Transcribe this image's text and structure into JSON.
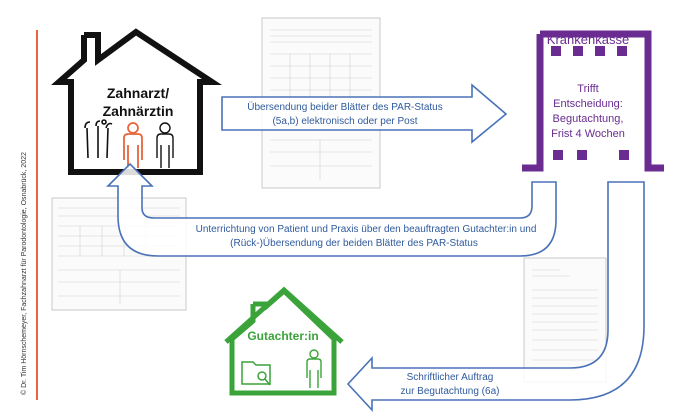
{
  "side_credit": "© Dr. Tim Hörnschemeyer, Fachzahnarzt für Parodontologie, Osnabrück, 2022",
  "nodes": {
    "zahnarzt": {
      "label_line1": "Zahnarzt/",
      "label_line2": "Zahnärztin"
    },
    "krankenkasse": {
      "label": "Krankenkasse",
      "decision_lines": [
        "Trifft",
        "Entscheidung:",
        "Begutachtung,",
        "Frist 4 Wochen"
      ]
    },
    "gutachter": {
      "label": "Gutachter:in"
    }
  },
  "arrows": {
    "submission": {
      "line1": "Übersendung beider Blätter des PAR-Status",
      "line2": "(5a,b) elektronisch oder per Post"
    },
    "notification": {
      "line1": "Unterrichtung von Patient und Praxis über den beauftragten Gutachter:in und",
      "line2": "(Rück-)Übersendung der beiden Blätter des PAR-Status"
    },
    "assignment": {
      "line1": "Schriftlicher Auftrag",
      "line2": "zur Begutachtung (6a)"
    }
  },
  "colors": {
    "dentist_house": "#111111",
    "dentist_figure": "#e8643c",
    "insurance": "#6a2c91",
    "reviewer": "#3aa43a",
    "arrow_stroke": "#4a72b8",
    "credit_bar": "#e8643c"
  },
  "icons": {
    "dental_tools": "dental-tools-icon",
    "patient": "person-icon",
    "assistant": "person-icon",
    "folder": "folder-search-icon",
    "reviewer_figure": "person-icon"
  }
}
